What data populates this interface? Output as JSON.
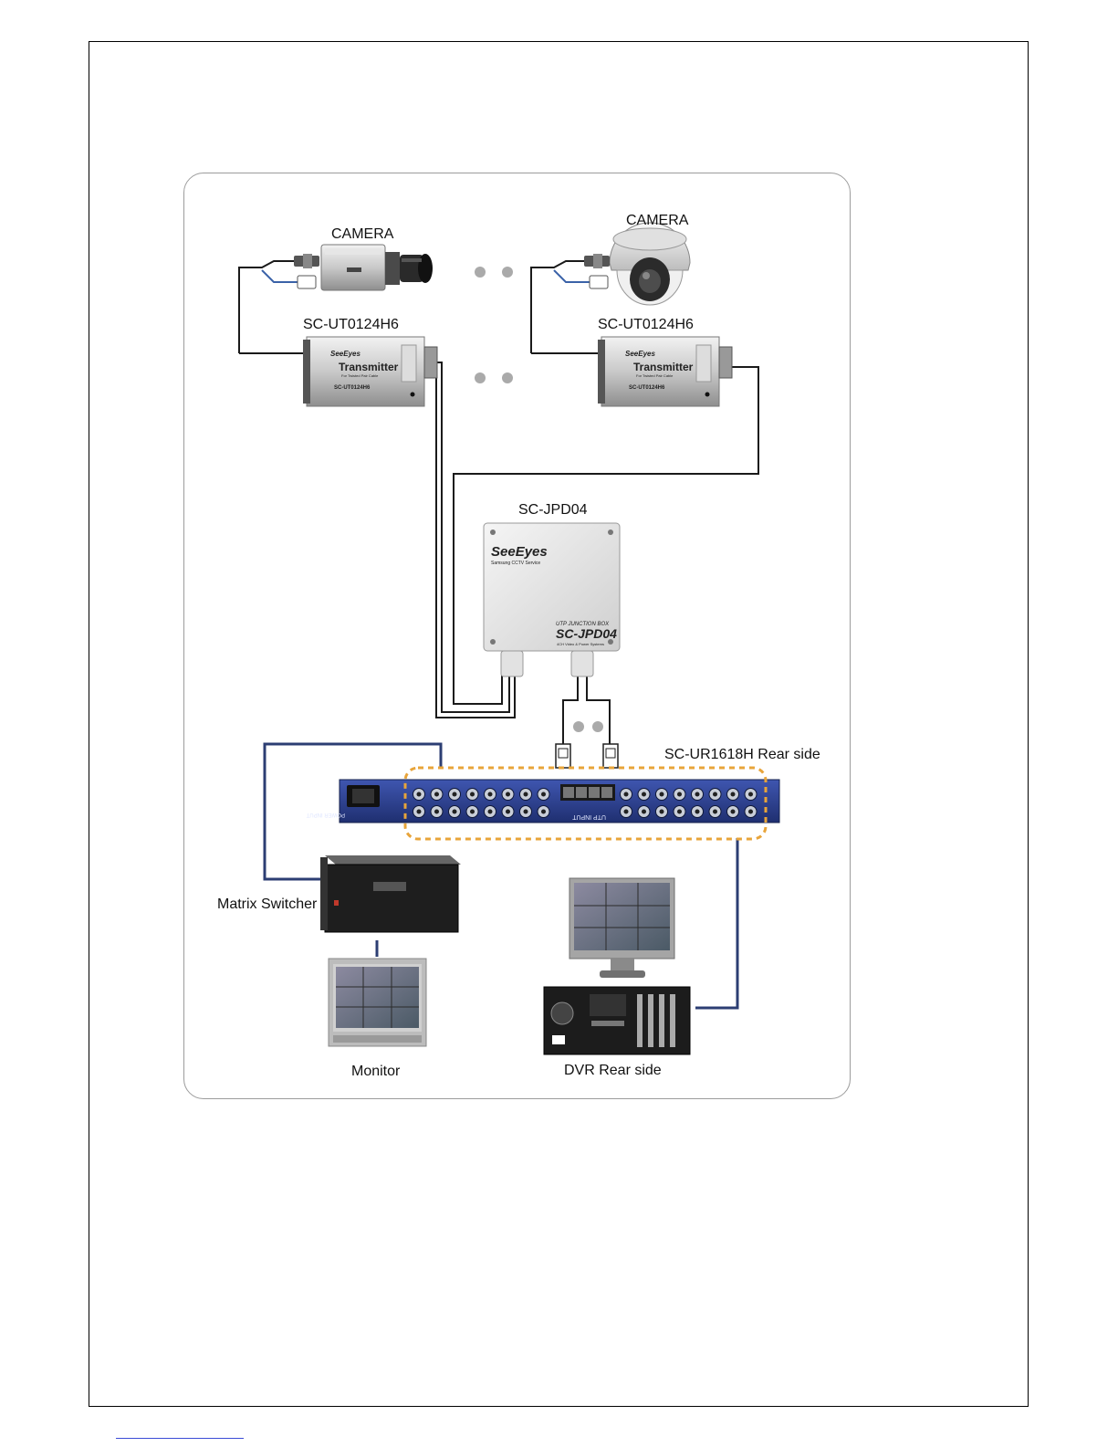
{
  "labels": {
    "camera_left": "CAMERA",
    "camera_right": "CAMERA",
    "transmitter_left": "SC-UT0124H6",
    "transmitter_right": "SC-UT0124H6",
    "junction_box": "SC-JPD04",
    "receiver": "SC-UR1618H Rear side",
    "matrix": "Matrix Switcher",
    "monitor": "Monitor",
    "dvr": "DVR Rear side"
  },
  "device_text": {
    "brand": "SeeEyes",
    "transmitter_title": "Transmitter",
    "transmitter_sub": "For Twisted Pair Cable",
    "transmitter_model": "SC-UT0124H6",
    "jbox_tagline": "Samsung CCTV Service",
    "jbox_type": "UTP JUNCTION BOX",
    "jbox_model": "SC-JPD04",
    "jbox_desc": "4CH Video & Power Systems",
    "rack_power": "POWER INPUT",
    "rack_utp": "UTP INPUT"
  },
  "colors": {
    "cable_black": "#1a1a1a",
    "cable_blue": "#2c3e73",
    "rack_blue": "#2b3f8c",
    "highlight_orange": "#e8a43a",
    "panel_border": "#9c9c9c"
  }
}
